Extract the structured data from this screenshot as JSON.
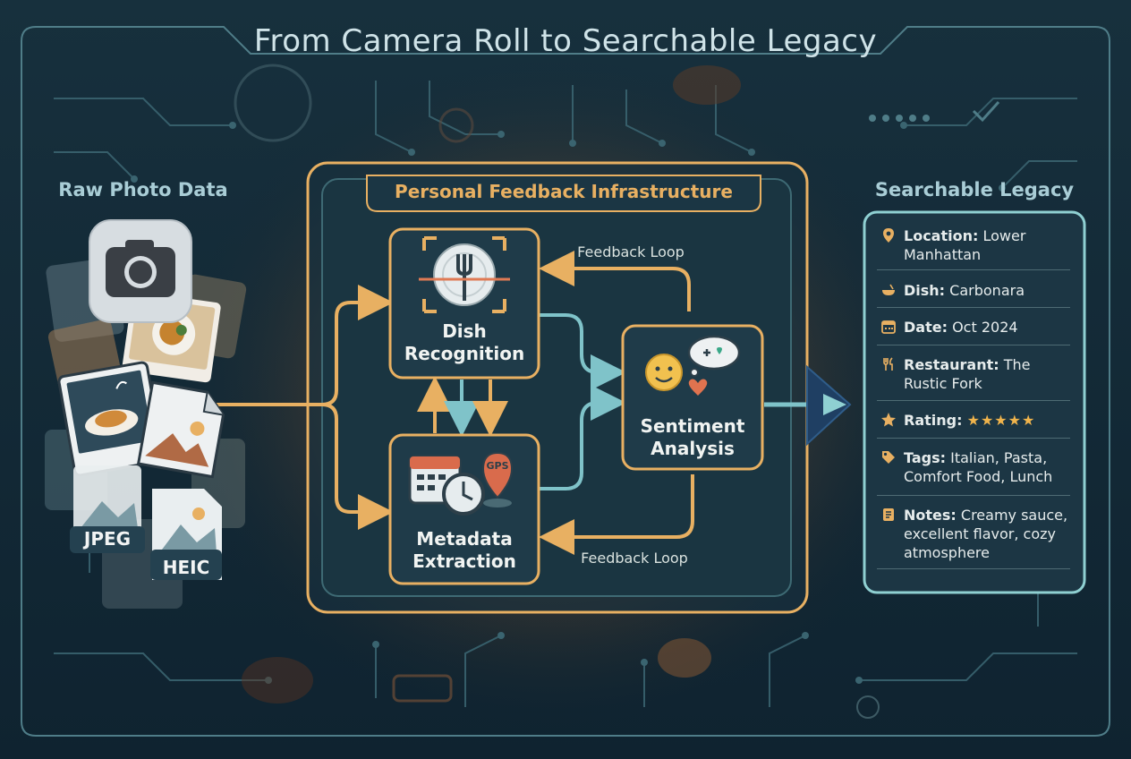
{
  "title": "From Camera Roll to Searchable Legacy",
  "input": {
    "label": "Raw Photo Data",
    "formats": [
      "JPEG",
      "HEIC"
    ]
  },
  "infrastructure": {
    "title": "Personal Feedback Infrastructure",
    "nodes": {
      "dish": "Dish Recognition",
      "metadata": "Metadata Extraction",
      "sentiment": "Sentiment Analysis",
      "gps": "GPS"
    },
    "loops": {
      "top": "Feedback Loop",
      "bottom": "Feedback Loop"
    }
  },
  "legacy": {
    "label": "Searchable Legacy",
    "entries": [
      {
        "icon": "location-pin-icon",
        "key": "Location:",
        "value": "Lower Manhattan"
      },
      {
        "icon": "bowl-icon",
        "key": "Dish:",
        "value": "Carbonara"
      },
      {
        "icon": "calendar-icon",
        "key": "Date:",
        "value": "Oct 2024"
      },
      {
        "icon": "fork-knife-icon",
        "key": "Restaurant:",
        "value": "The Rustic Fork"
      },
      {
        "icon": "star-icon",
        "key": "Rating:",
        "value": "★★★★★"
      },
      {
        "icon": "tag-icon",
        "key": "Tags:",
        "value": "Italian, Pasta, Comfort Food, Lunch"
      },
      {
        "icon": "notes-icon",
        "key": "Notes:",
        "value": "Creamy sauce, excellent flavor, cozy atmosphere"
      }
    ]
  },
  "colors": {
    "background": "#10232f",
    "accent_orange": "#e8b062",
    "accent_teal": "#7fc3c9",
    "panel_border": "#8fd0d2"
  }
}
